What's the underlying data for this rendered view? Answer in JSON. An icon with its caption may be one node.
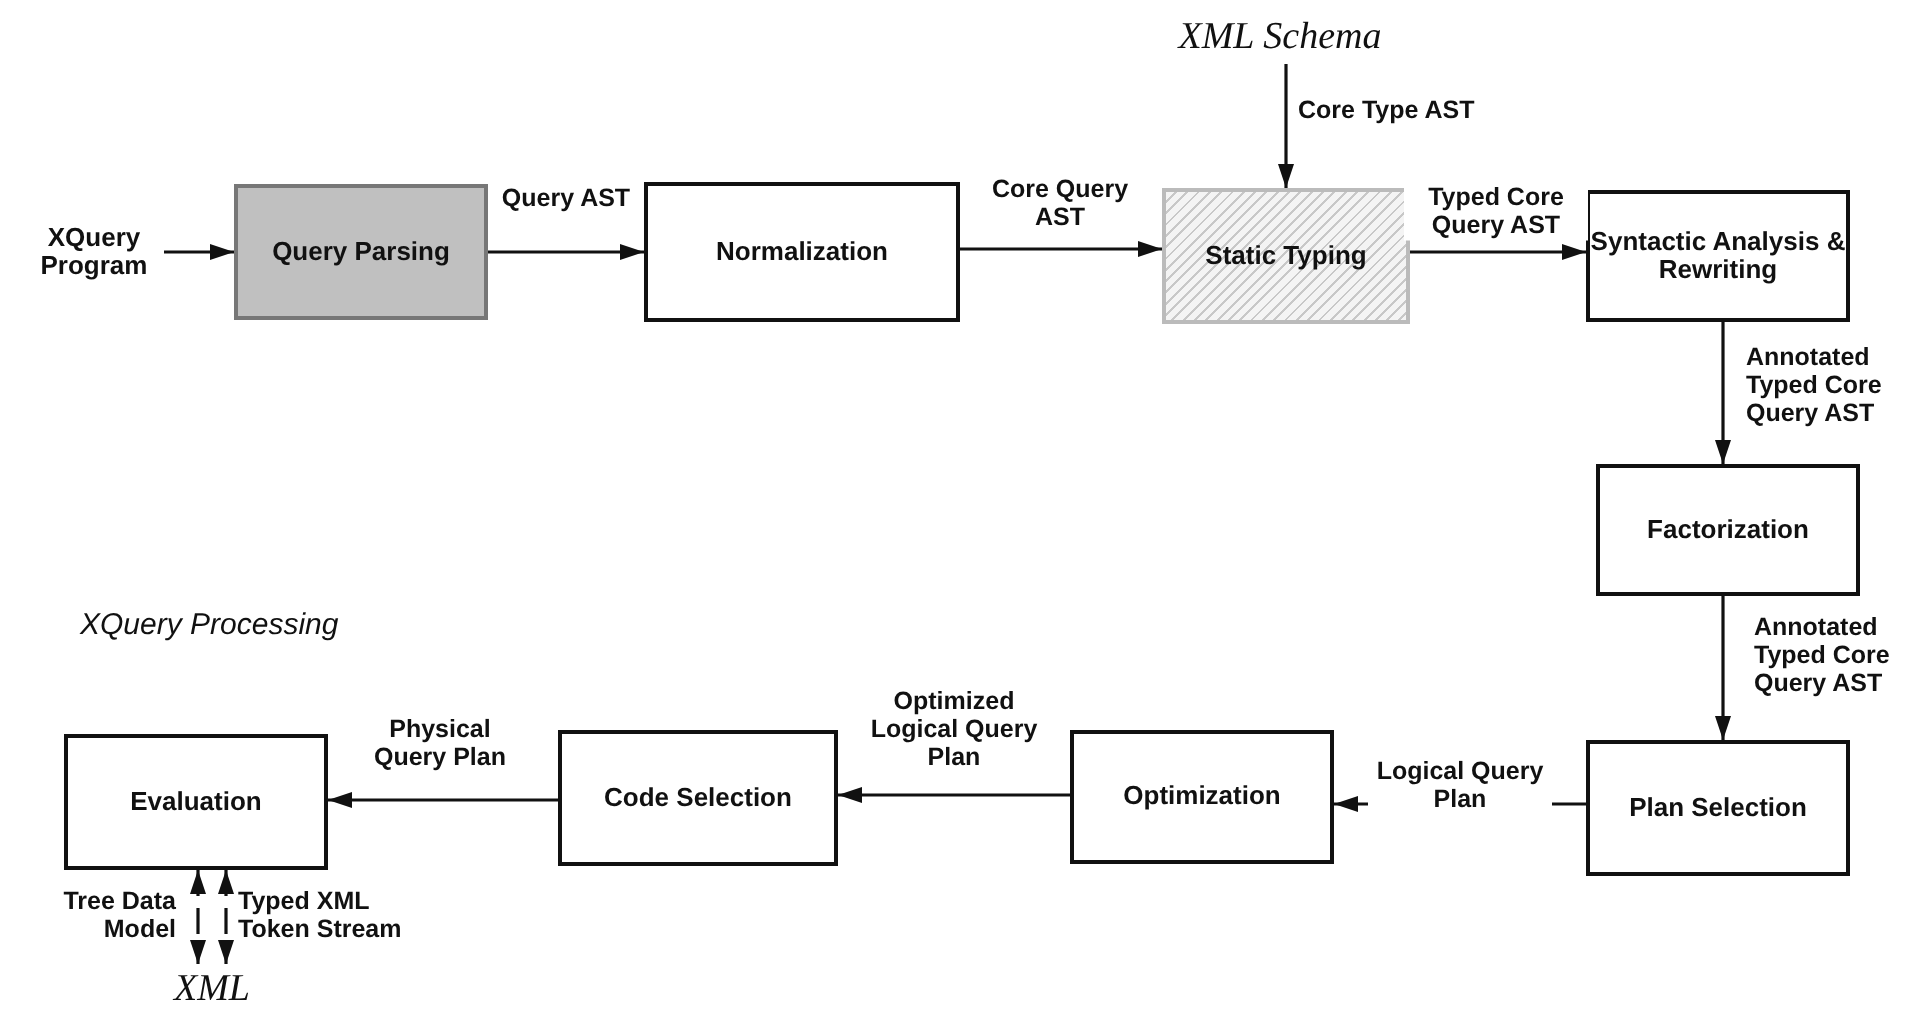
{
  "diagram": {
    "nodes": [
      {
        "text": [
          "XQuery Program"
        ]
      },
      {
        "text": [
          "Query Parsing"
        ]
      },
      {
        "text": [
          "Normalization"
        ]
      },
      {
        "text": [
          "XML Schema"
        ]
      },
      {
        "text": [
          "Static Typing"
        ]
      },
      {
        "text": [
          "Syntactic Analysis & Rewriting"
        ]
      },
      {
        "text": [
          "Factorization"
        ]
      },
      {
        "text": [
          "Plan Selection"
        ]
      },
      {
        "text": [
          "Optimization"
        ]
      },
      {
        "text": [
          "Code Selection"
        ]
      },
      {
        "text": [
          "Evaluation"
        ]
      },
      {
        "text": [
          "XML"
        ]
      }
    ],
    "edges": [
      {
        "from": 0,
        "to": 1,
        "arrow": "to"
      },
      {
        "from": 1,
        "to": 2,
        "arrow": "to",
        "label": "Query AST"
      },
      {
        "from": 2,
        "to": 4,
        "arrow": "to",
        "label": "Core Query AST"
      },
      {
        "from": 3,
        "to": 4,
        "arrow": "to",
        "label": "Core Type AST"
      },
      {
        "from": 4,
        "to": 5,
        "arrow": "to",
        "label": "Typed Core Query AST"
      },
      {
        "from": 5,
        "to": 6,
        "arrow": "to",
        "label": "Annotated Typed Core Query AST"
      },
      {
        "from": 6,
        "to": 7,
        "arrow": "to",
        "label": "Annotated Typed Core Query AST"
      },
      {
        "from": 7,
        "to": 8,
        "arrow": "to",
        "label": "Logical Query Plan"
      },
      {
        "from": 8,
        "to": 9,
        "arrow": "to",
        "label": "Optimized Logical Query Plan"
      },
      {
        "from": 9,
        "to": 10,
        "arrow": "to",
        "label": "Physical Query Plan"
      },
      {
        "from": 10,
        "to": 11,
        "arrow": "both",
        "label": "Tree Data Model",
        "style": "dashed"
      },
      {
        "from": 10,
        "to": 11,
        "arrow": "both",
        "label": "Typed XML Token Stream",
        "style": "dashed"
      }
    ],
    "labels": [
      "XQuery Processing"
    ]
  }
}
